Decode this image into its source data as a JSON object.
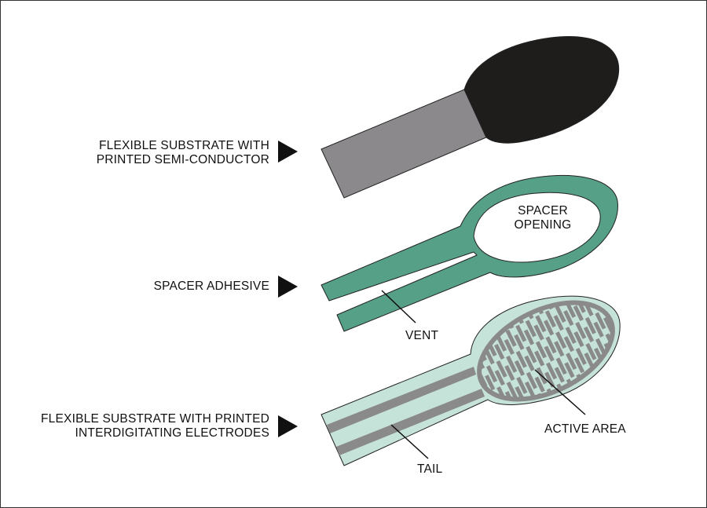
{
  "labels": {
    "top_line1": "FLEXIBLE SUBSTRATE WITH",
    "top_line2": "PRINTED SEMI-CONDUCTOR",
    "middle": "SPACER ADHESIVE",
    "bottom_line1": "FLEXIBLE SUBSTRATE WITH PRINTED",
    "bottom_line2": "INTERDIGITATING ELECTRODES",
    "spacer_opening_line1": "SPACER",
    "spacer_opening_line2": "OPENING",
    "vent": "VENT",
    "active_area": "ACTIVE AREA",
    "tail": "TAIL"
  },
  "colors": {
    "semiconductor_head": "#1f1c1c",
    "semiconductor_tail": "#8b898b",
    "spacer": "#56a088",
    "electrode_substrate": "#c6e3da",
    "electrode": "#8a8a8a",
    "outline": "#222222"
  }
}
